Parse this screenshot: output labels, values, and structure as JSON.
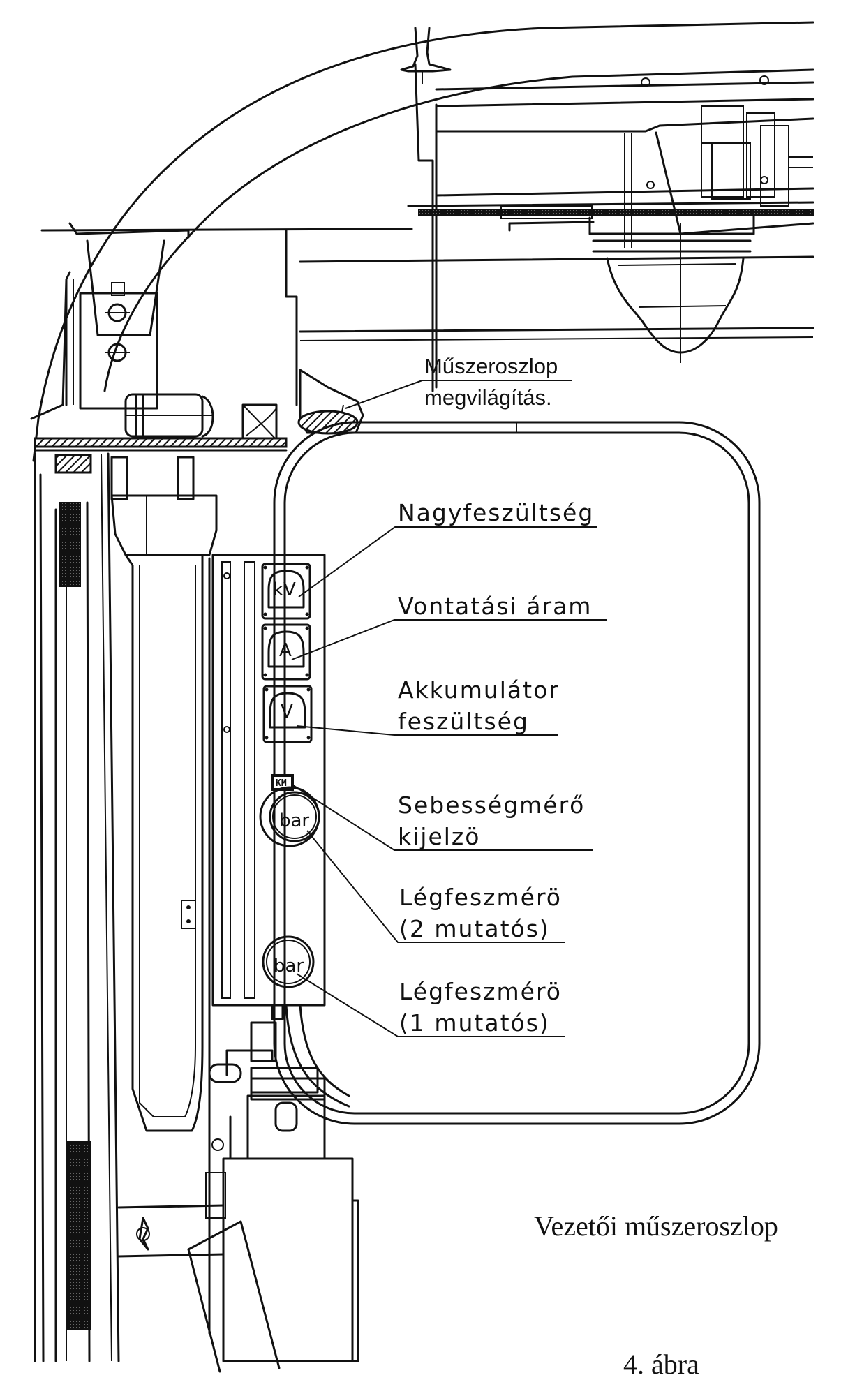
{
  "figure": {
    "caption": "Vezetői műszeroszlop",
    "figure_number": "4. ábra"
  },
  "callouts": {
    "lighting": {
      "line1": "Műszeroszlop",
      "line2": "megvilágítás."
    },
    "high_voltage": {
      "line1": "Nagyfeszültség"
    },
    "traction_current": {
      "line1": "Vontatási áram"
    },
    "battery_voltage": {
      "line1": "Akkumulátor",
      "line2": "feszültség"
    },
    "speedometer": {
      "line1": "Sebességmérő",
      "line2": "kijelzö"
    },
    "air_gauge_2": {
      "line1": "Légfeszmérö",
      "line2": "(2 mutatós)"
    },
    "air_gauge_1": {
      "line1": "Légfeszmérö",
      "line2": "(1 mutatós)"
    }
  },
  "instruments": {
    "kv_gauge": "kV",
    "a_gauge": "A",
    "v_gauge": "V",
    "km_display": "KM",
    "bar_gauge_1": "bar",
    "bar_gauge_2": "bar"
  },
  "colors": {
    "ink": "#111111",
    "paper": "#ffffff"
  }
}
